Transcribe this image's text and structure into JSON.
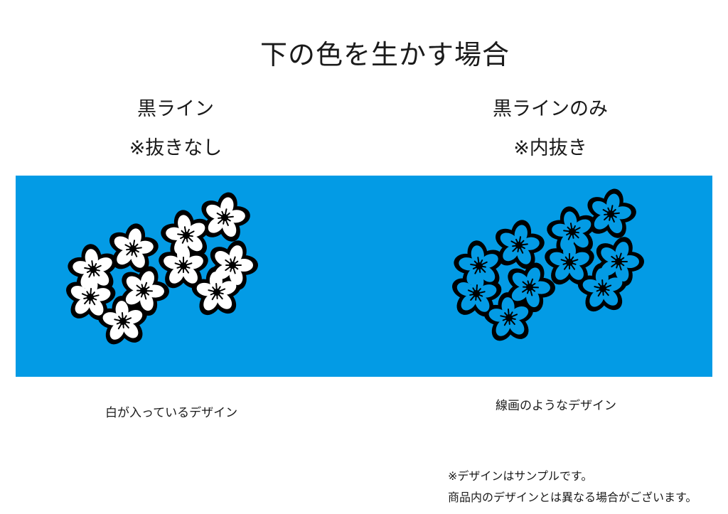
{
  "title": "下の色を生かす場合",
  "panel": {
    "background_color": "#039BE5",
    "line_color": "#000000"
  },
  "left": {
    "heading_line1": "黒ライン",
    "heading_line2": "※抜きなし",
    "fill_color": "#FFFFFF",
    "caption": "白が入っているデザイン",
    "illustration": "flower-cluster-white-fill"
  },
  "right": {
    "heading_line1": "黒ラインのみ",
    "heading_line2": "※内抜き",
    "fill_color": "#039BE5",
    "caption": "線画のようなデザイン",
    "illustration": "flower-cluster-line-only"
  },
  "notes": {
    "line1": "※デザインはサンプルです。",
    "line2": "商品内のデザインとは異なる場合がございます。"
  }
}
